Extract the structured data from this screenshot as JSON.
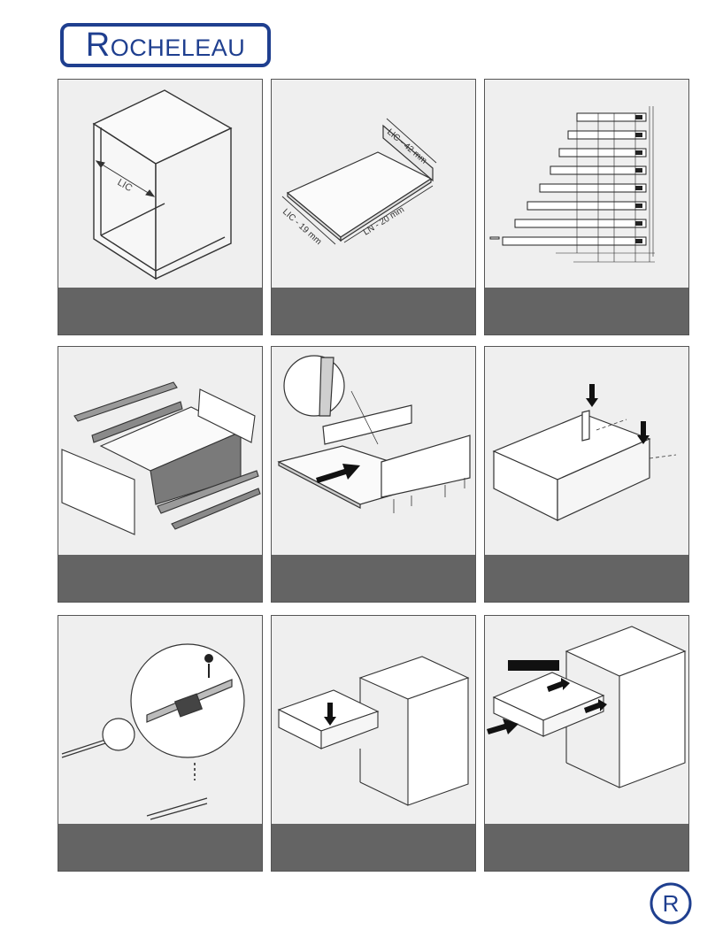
{
  "brand": {
    "logo_first_letter": "R",
    "logo_rest": "OCHELEAU",
    "logo_color": "#1f3f8f",
    "footer_mark": "R"
  },
  "steps": [
    {
      "id": 1,
      "labels": {
        "width": "LIC"
      }
    },
    {
      "id": 2,
      "labels": {
        "back_width": "LIC - 42 mm",
        "front_width": "LIC - 19 mm",
        "depth": "LN - 20 mm"
      }
    },
    {
      "id": 3
    },
    {
      "id": 4
    },
    {
      "id": 5
    },
    {
      "id": 6
    },
    {
      "id": 7
    },
    {
      "id": 8
    },
    {
      "id": 9
    }
  ],
  "colors": {
    "panel_bg": "#efefef",
    "caption_bg": "#646464",
    "line": "#333333"
  }
}
